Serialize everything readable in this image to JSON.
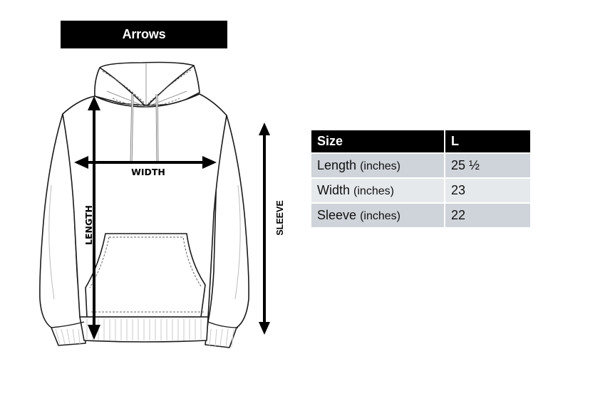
{
  "title": "Arrows",
  "diagram": {
    "garment": "hoodie",
    "labels": {
      "width": "WIDTH",
      "length": "LENGTH",
      "sleeve": "SLEEVE"
    },
    "colors": {
      "outline": "#1a1a1a",
      "arrow": "#000000",
      "seam": "#888888"
    }
  },
  "table": {
    "header": {
      "col1": "Size",
      "col2": "L"
    },
    "rows": [
      {
        "label": "Length",
        "unit": "(inches)",
        "value": "25 ½"
      },
      {
        "label": "Width",
        "unit": "(inches)",
        "value": "23"
      },
      {
        "label": "Sleeve",
        "unit": "(inches)",
        "value": "22"
      }
    ],
    "colors": {
      "header_bg": "#000000",
      "header_fg": "#ffffff",
      "row_odd_bg": "#cfd4da",
      "row_even_bg": "#e6e9ec"
    }
  }
}
